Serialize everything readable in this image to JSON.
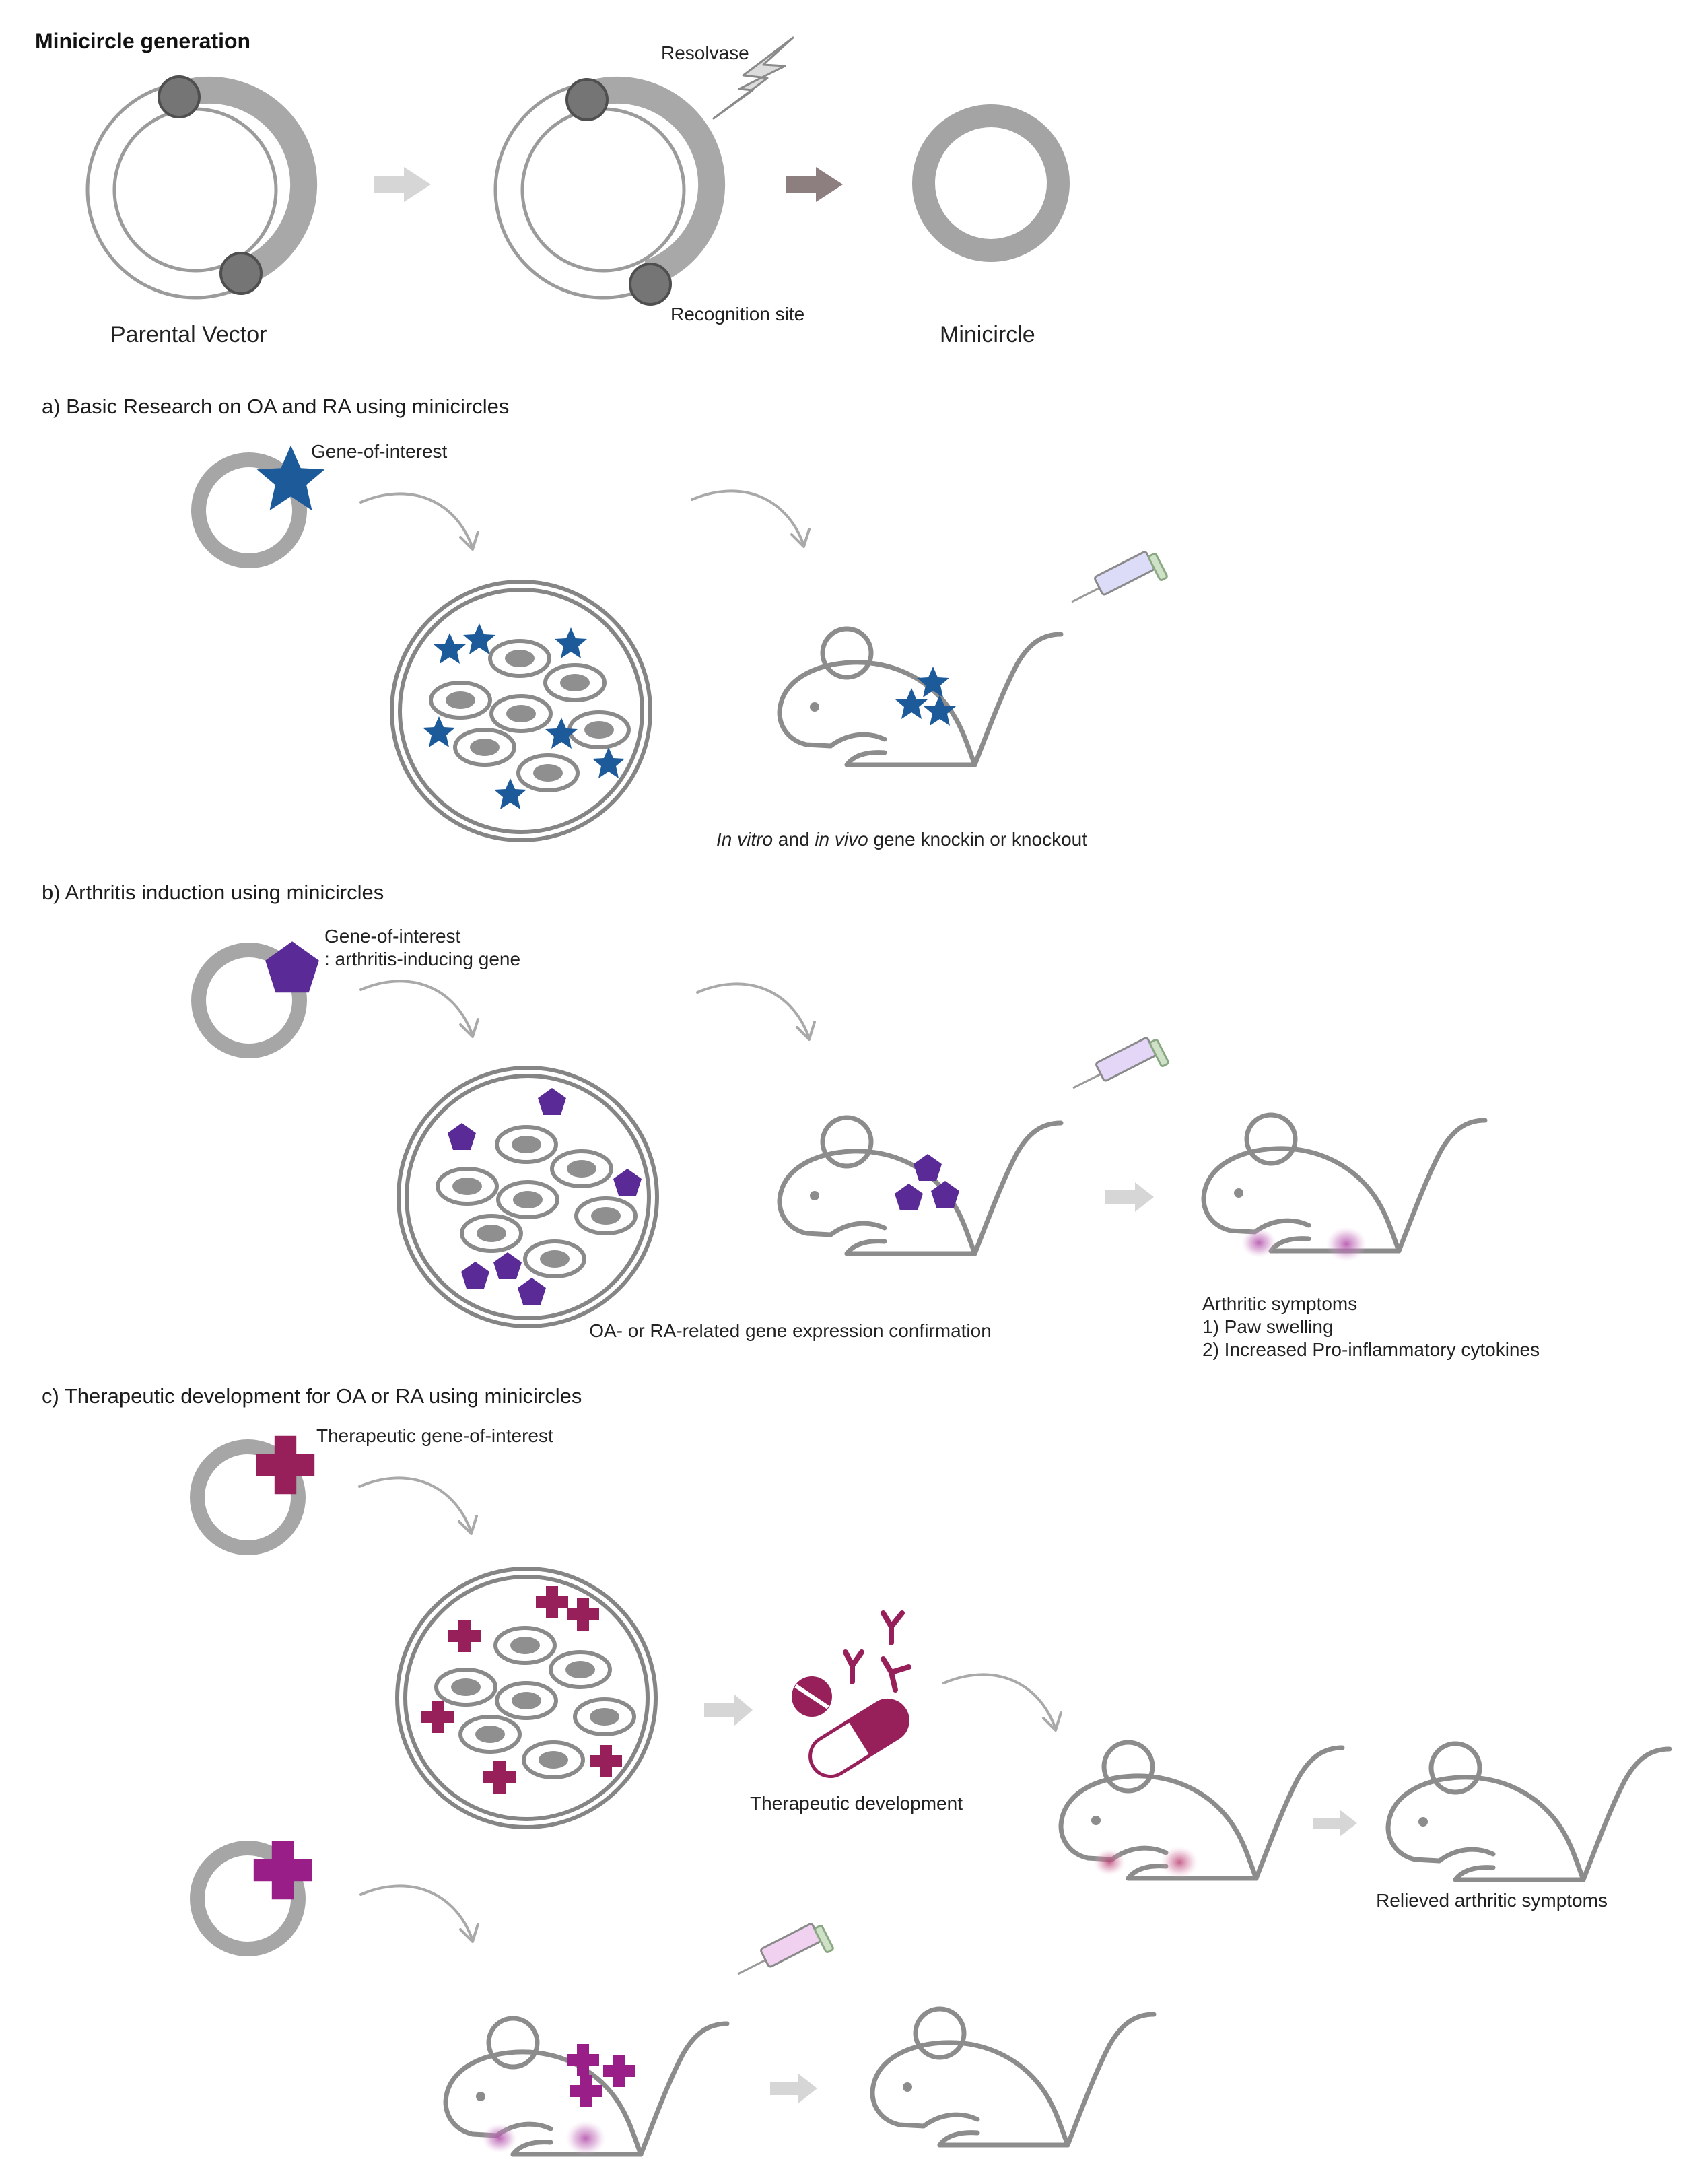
{
  "colors": {
    "star": "#1d5a9a",
    "pentagon": "#5a2a96",
    "cross": "#98205a",
    "cross_alt": "#9a1e88",
    "inflammation": "#b85ab0",
    "gray": "#8c8c8c",
    "light_arrow": "#d6d6d6",
    "dark_arrow": "#8d7f80"
  },
  "icons": [
    "resolvase-lightning-icon",
    "gene-star-icon",
    "gene-pentagon-icon",
    "gene-cross-icon",
    "syringe-icon",
    "mouse-icon",
    "culture-dish-icon",
    "pill-icon",
    "capsule-icon",
    "antibody-icon"
  ],
  "generation": {
    "title": "Minicircle generation",
    "parental_vector": "Parental Vector",
    "resolvase": "Resolvase",
    "recognition_site": "Recognition site",
    "minicircle": "Minicircle"
  },
  "panel_a": {
    "title": "a) Basic Research on OA and RA using minicircles",
    "gene": "Gene-of-interest",
    "caption_italic_1": "In vitro",
    "caption_and": " and ",
    "caption_italic_2": "in vivo",
    "caption_rest": " gene knockin or knockout"
  },
  "panel_b": {
    "title": "b) Arthritis induction using minicircles",
    "gene_line1": "Gene-of-interest",
    "gene_line2": ": arthritis-inducing gene",
    "confirmation": "OA- or RA-related gene expression confirmation",
    "symptoms_title": "Arthritic symptoms",
    "symptom_1": "1) Paw swelling",
    "symptom_2": "2) Increased Pro-inflammatory cytokines"
  },
  "panel_c": {
    "title": "c) Therapeutic development for OA or RA using minicircles",
    "gene": "Therapeutic gene-of-interest",
    "therapeutic": "Therapeutic development",
    "relieved": "Relieved arthritic symptoms"
  }
}
